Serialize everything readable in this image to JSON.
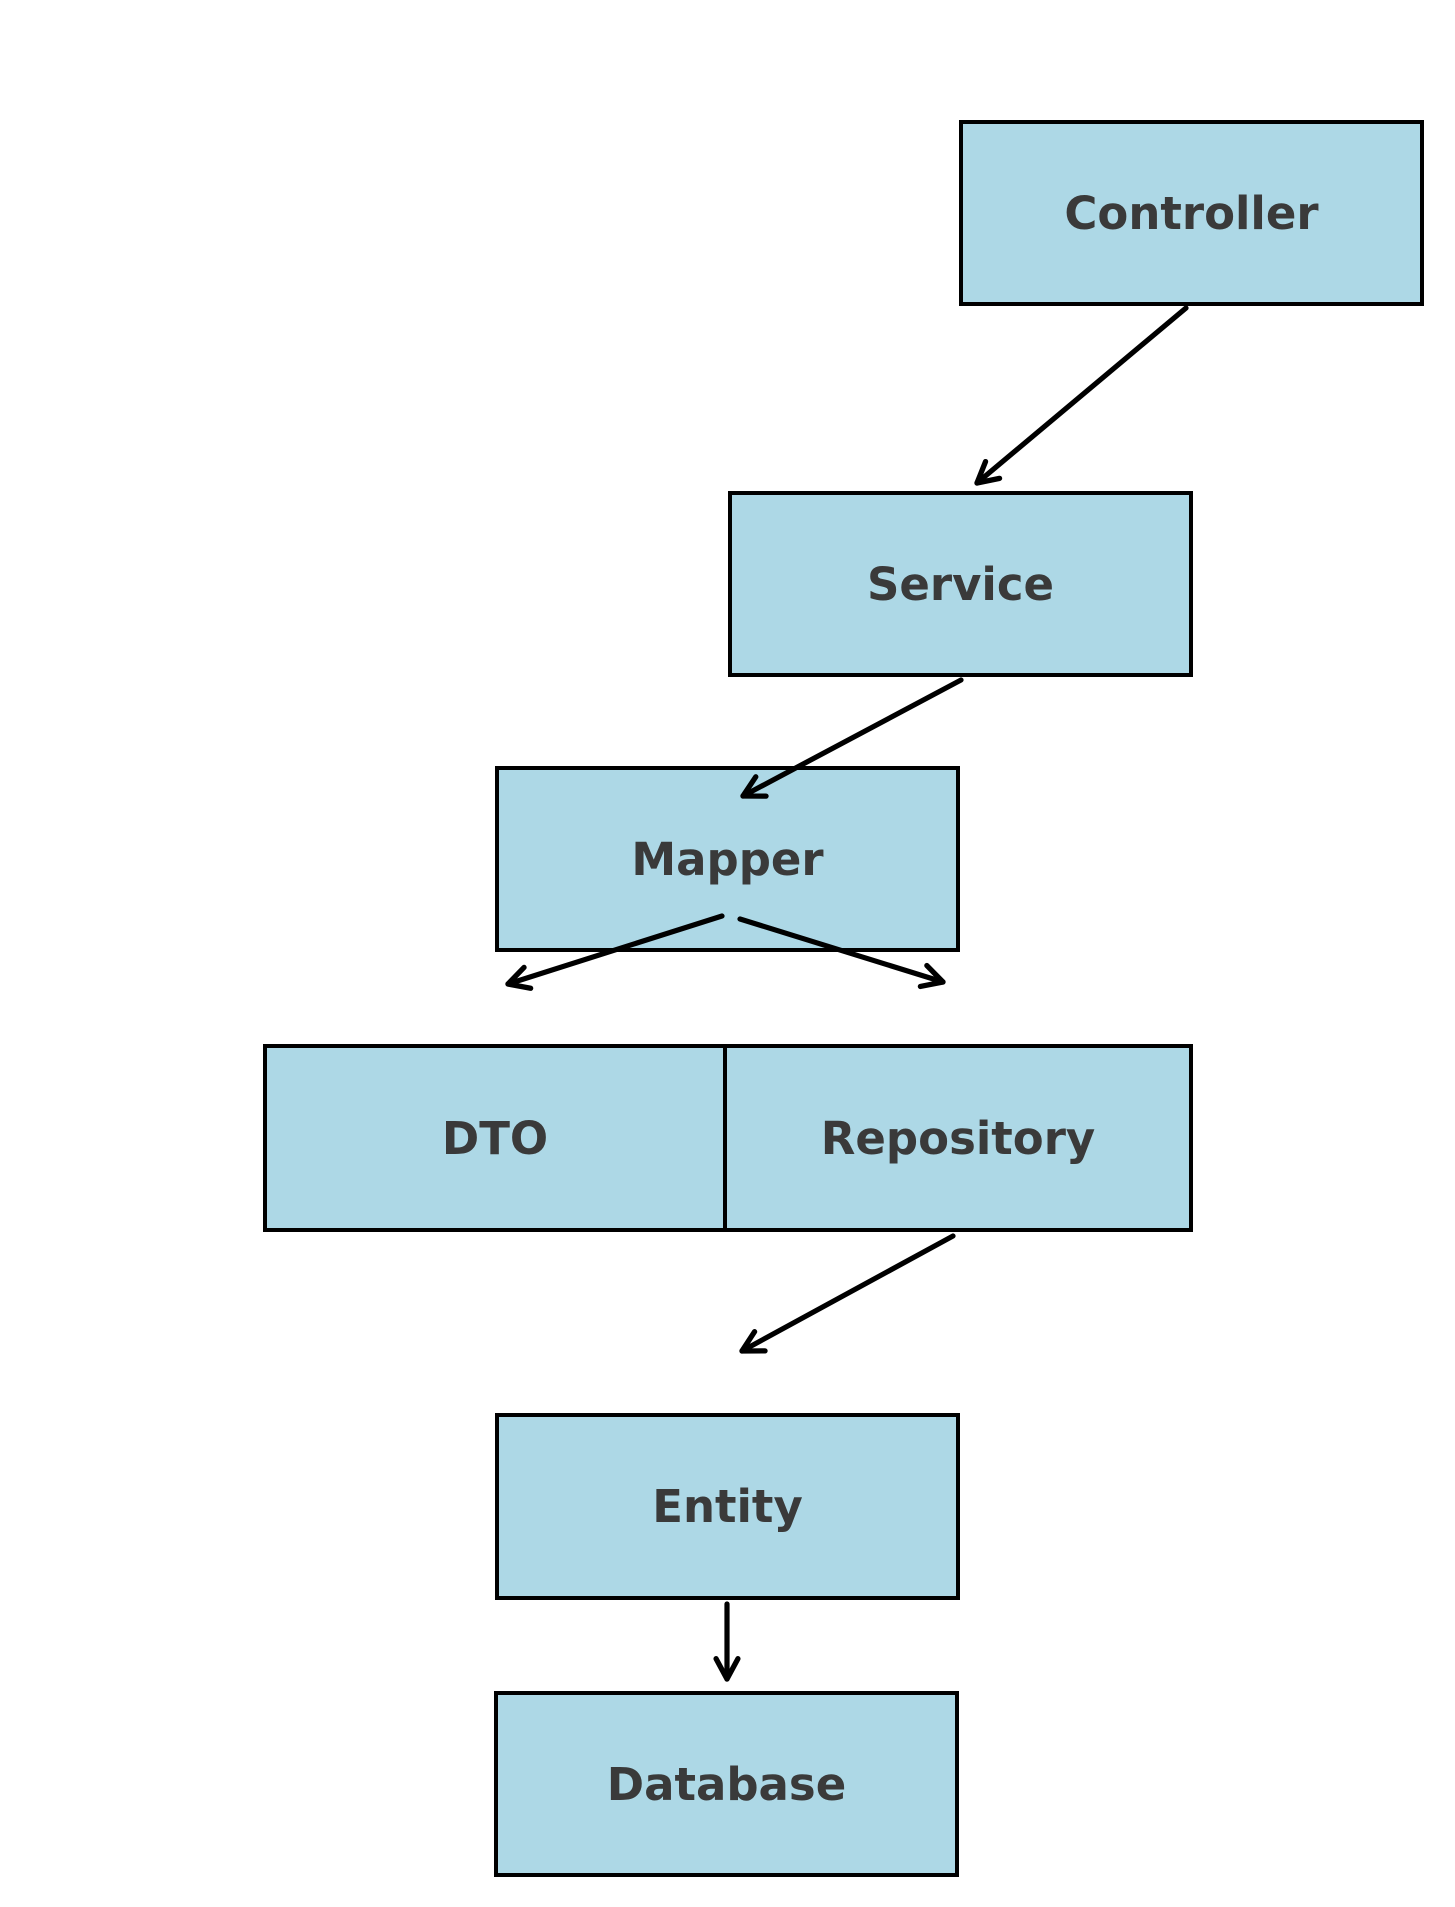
{
  "diagram": {
    "type": "flowchart",
    "background": "#FFFFFF",
    "node_style": {
      "fill": "#ADD8E6",
      "border_color": "#000000",
      "text_color": "#3A3A3A"
    },
    "arrow_color": "#000000",
    "nodes": [
      {
        "id": "controller",
        "label": "Controller"
      },
      {
        "id": "service",
        "label": "Service"
      },
      {
        "id": "mapper",
        "label": "Mapper"
      },
      {
        "id": "dto",
        "label": "DTO"
      },
      {
        "id": "repository",
        "label": "Repository"
      },
      {
        "id": "entity",
        "label": "Entity"
      },
      {
        "id": "database",
        "label": "Database"
      }
    ],
    "edges": [
      {
        "from": "Controller",
        "to": "Service"
      },
      {
        "from": "Service",
        "to": "Mapper"
      },
      {
        "from": "Mapper",
        "to": "DTO"
      },
      {
        "from": "Mapper",
        "to": "Repository"
      },
      {
        "from": "Repository",
        "to": "Entity"
      },
      {
        "from": "Entity",
        "to": "Database"
      }
    ]
  }
}
